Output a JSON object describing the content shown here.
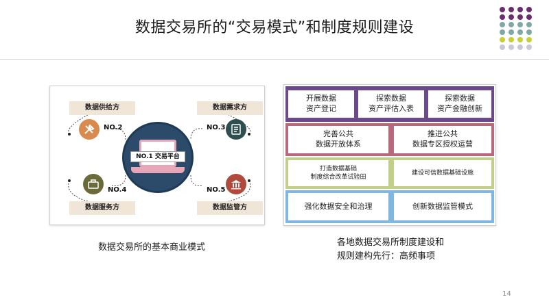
{
  "slide": {
    "title": "数据交易所的“交易模式”和制度规则建设",
    "page_number": "14",
    "dot_colors": {
      "row1": "#6b2d6f",
      "row2": "#7fa9a6",
      "row3": "#c9cf3b",
      "row4": "#c9c7d9"
    }
  },
  "left_figure": {
    "hub_label": "NO.1   交易平台",
    "nodes": [
      {
        "tag": "数据供给方",
        "number": "NO.2",
        "icon": "wrench-screwdriver-icon",
        "color": "#d98a4f"
      },
      {
        "tag": "数据需求方",
        "number": "NO.3",
        "icon": "document-icon",
        "color": "#2f4f4f"
      },
      {
        "tag": "数据服务方",
        "number": "NO.4",
        "icon": "briefcase-icon",
        "color": "#6b6a3a"
      },
      {
        "tag": "数据监管方",
        "number": "NO.5",
        "icon": "bank-icon",
        "color": "#b04a3c"
      }
    ],
    "caption": "数据交易所的基本商业模式"
  },
  "right_figure": {
    "row1": [
      "开展数据\n资产登记",
      "探索数据\n资产评估入表",
      "探索数据\n资产金融创新"
    ],
    "row2": [
      "完善公共\n数据开放体系",
      "推进公共\n数据专区授权运营"
    ],
    "row3": [
      "打造数据基础\n制度综合改革试验田",
      "建设可信数据基础设施"
    ],
    "row4": [
      "强化数据安全和治理",
      "创新数据监管模式"
    ],
    "band_colors": {
      "row1": "#6b4a8c",
      "row2": "#b86a7c",
      "row3": "#c2cf8a",
      "row4": "#7fb7e0"
    },
    "caption_line1": "各地数据交易所制度建设和",
    "caption_line2": "规则建构先行：高频事项"
  }
}
